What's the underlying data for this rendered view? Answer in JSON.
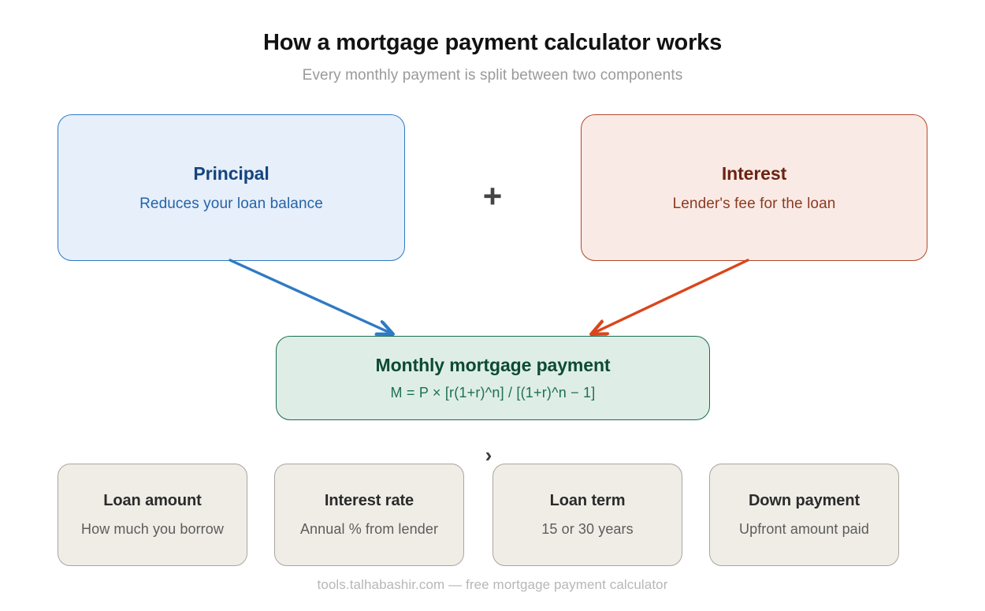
{
  "header": {
    "title": "How a mortgage payment calculator works",
    "subtitle": "Every monthly payment is split between two components"
  },
  "components": [
    {
      "key": "principal",
      "title": "Principal",
      "subtitle": "Reduces your loan balance",
      "fill": "#e6effa",
      "border": "#2f7ac4",
      "title_color": "#16447c",
      "subtitle_color": "#2563a8",
      "arrow_color": "#2f7ac4"
    },
    {
      "key": "interest",
      "title": "Interest",
      "subtitle": "Lender's fee for the loan",
      "fill": "#faeae5",
      "border": "#b4472b",
      "title_color": "#6b2413",
      "subtitle_color": "#8a3b23",
      "arrow_color": "#d9461c"
    }
  ],
  "operator": {
    "symbol": "+",
    "color": "#454545"
  },
  "result": {
    "title": "Monthly mortgage payment",
    "formula": "M = P × [r(1+r)^n] / [(1+r)^n − 1]",
    "fill": "#deeee6",
    "border": "#1a6b53",
    "title_color": "#0d4a34",
    "formula_color": "#1f6f54"
  },
  "chevron": {
    "symbol": "›",
    "color": "#3d3d3d"
  },
  "inputs": [
    {
      "title": "Loan amount",
      "subtitle": "How much you borrow"
    },
    {
      "title": "Interest rate",
      "subtitle": "Annual % from lender"
    },
    {
      "title": "Loan term",
      "subtitle": "15 or 30 years"
    },
    {
      "title": "Down payment",
      "subtitle": "Upfront amount paid"
    }
  ],
  "cards_style": {
    "fill": "#f0ede7",
    "border": "#a9a5a0"
  },
  "footer": {
    "note": "tools.talhabashir.com — free mortgage payment calculator"
  }
}
